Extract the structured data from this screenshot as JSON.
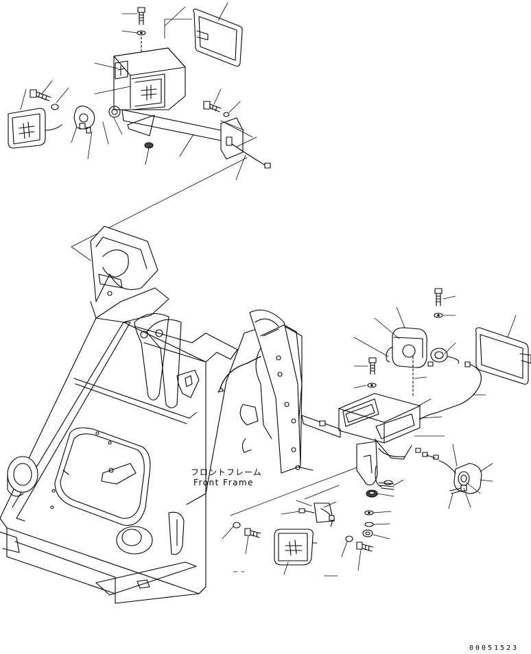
{
  "diagram": {
    "frame_label_jp": "フロントフレーム",
    "frame_label_en": "Front Frame",
    "drawing_code": "00051523"
  }
}
